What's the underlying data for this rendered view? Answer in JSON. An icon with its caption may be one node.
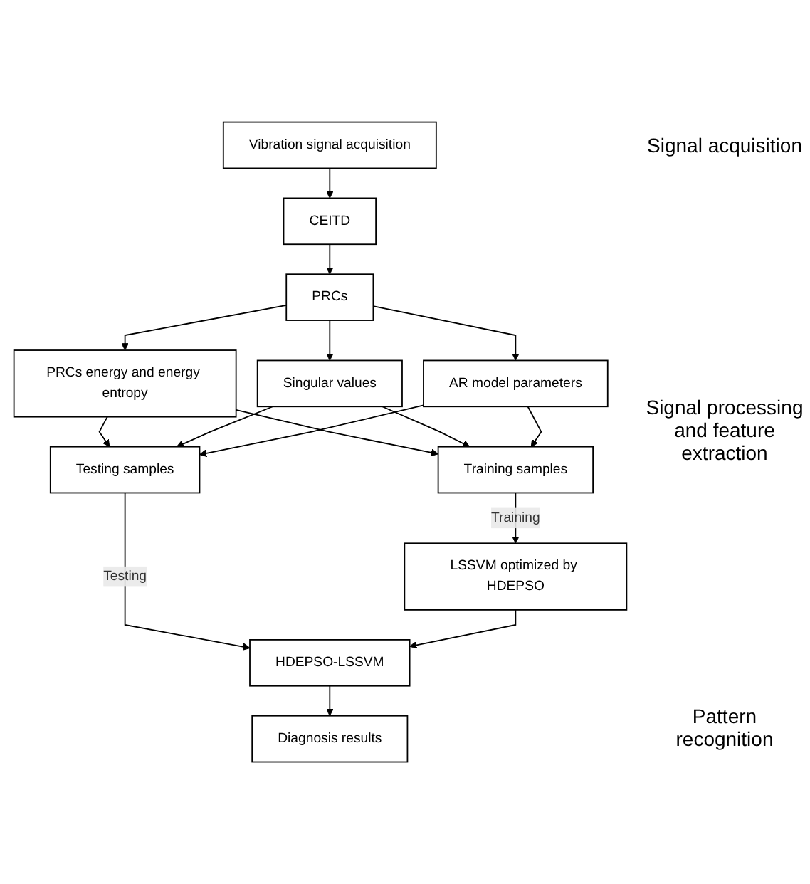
{
  "diagram": {
    "nodes": [
      {
        "text": [
          "Vibration signal acquisition"
        ]
      },
      {
        "text": [
          "CEITD"
        ]
      },
      {
        "text": [
          "PRCs"
        ]
      },
      {
        "text": [
          "PRCs energy and energy entropy"
        ]
      },
      {
        "text": [
          "Singular values"
        ]
      },
      {
        "text": [
          "AR model parameters"
        ]
      },
      {
        "text": [
          "Training samples"
        ]
      },
      {
        "text": [
          "Testing samples"
        ]
      },
      {
        "text": [
          "LSSVM optimized by HDEPSO"
        ]
      },
      {
        "text": [
          "HDEPSO-LSSVM"
        ]
      },
      {
        "text": [
          "Diagnosis results"
        ]
      }
    ],
    "edges": [
      {
        "from": 0,
        "to": 1,
        "arrow": "to"
      },
      {
        "from": 1,
        "to": 2,
        "arrow": "to"
      },
      {
        "from": 2,
        "to": 3,
        "arrow": "to"
      },
      {
        "from": 2,
        "to": 4,
        "arrow": "to"
      },
      {
        "from": 2,
        "to": 5,
        "arrow": "to"
      },
      {
        "from": 3,
        "to": 6,
        "arrow": "to"
      },
      {
        "from": 3,
        "to": 7,
        "arrow": "to"
      },
      {
        "from": 4,
        "to": 6,
        "arrow": "to"
      },
      {
        "from": 4,
        "to": 7,
        "arrow": "to"
      },
      {
        "from": 5,
        "to": 6,
        "arrow": "to"
      },
      {
        "from": 5,
        "to": 7,
        "arrow": "to"
      },
      {
        "from": 6,
        "to": 8,
        "arrow": "to",
        "label": "Training"
      },
      {
        "from": 7,
        "to": 9,
        "arrow": "to",
        "label": "Testing"
      },
      {
        "from": 8,
        "to": 9,
        "arrow": "to"
      },
      {
        "from": 9,
        "to": 10,
        "arrow": "to"
      }
    ],
    "labels": [
      "Signal acquisition",
      "Signal processing and feature extraction",
      "Pattern recognition"
    ]
  }
}
